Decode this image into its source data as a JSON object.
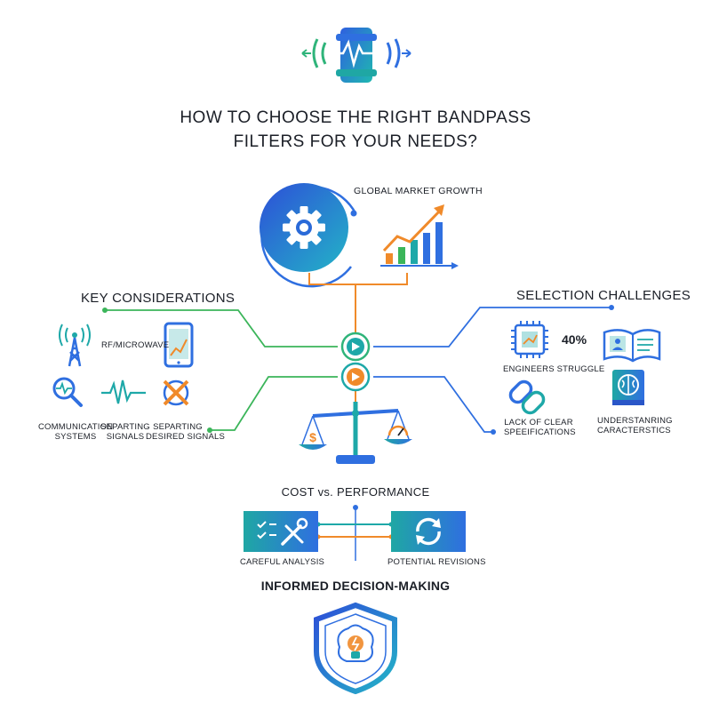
{
  "title": {
    "line1": "HOW TO CHOOSE THE RIGHT BANDPASS",
    "line2": "FILTERS FOR YOUR NEEDS?"
  },
  "market": {
    "label": "GLOBAL MARKET GROWTH"
  },
  "key_considerations": {
    "heading": "KEY CONSIDERATIONS",
    "rf_label": "RF/MICROWAVE",
    "items": [
      {
        "line1": "COMMUNICATION",
        "line2": "SYSTEMS"
      },
      {
        "line1": "SEPARTING",
        "line2": "SIGNALS"
      },
      {
        "line1": "SEPARTING",
        "line2": "DESIRED SIGNALS"
      }
    ]
  },
  "selection_challenges": {
    "heading": "SELECTION CHALLENGES",
    "stat": "40%",
    "stat_label": "ENGINEERS STRUGGLE",
    "spec_line1": "LACK OF CLEAR",
    "spec_line2": "SPEEIFICATIONS",
    "char_line1": "UNDERSTANRING",
    "char_line2": "CARACTERSTICS"
  },
  "tradeoff": {
    "label": "COST vs. PERFORMANCE"
  },
  "process": {
    "left_label": "CAREFUL ANALYSIS",
    "right_label": "POTENTIAL REVISIONS"
  },
  "conclusion": {
    "label": "INFORMED DECISION-MAKING"
  },
  "colors": {
    "blue": "#2f6fe0",
    "teal": "#1ea8a8",
    "green": "#3bb55a",
    "orange": "#f08a2a",
    "dark": "#1b1f27"
  }
}
